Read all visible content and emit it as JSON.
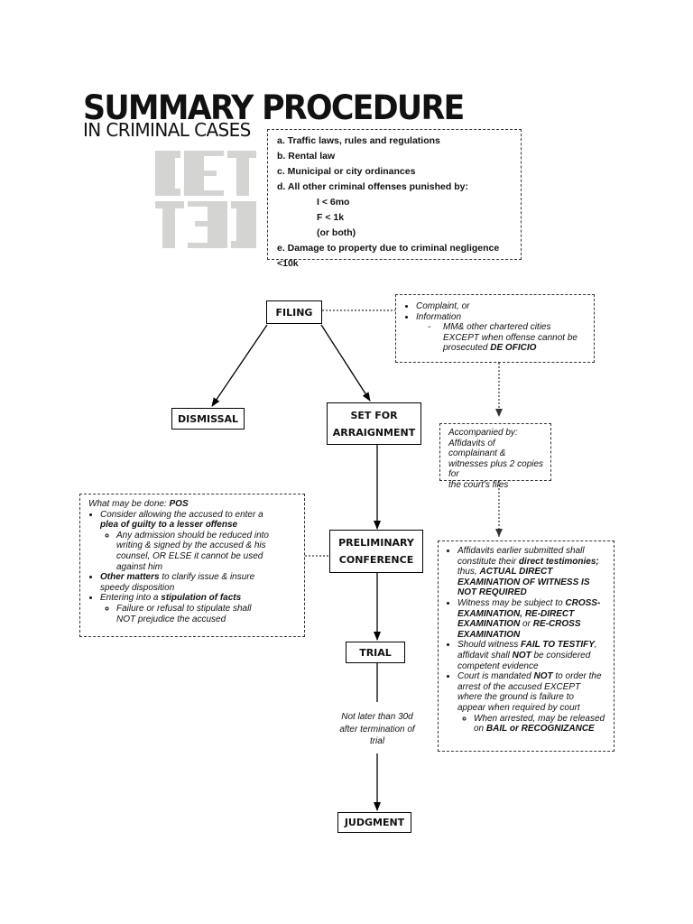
{
  "title": "SUMMARY PROCEDURE",
  "subtitle": "IN CRIMINAL CASES",
  "coverage": [
    "a. Traffic laws, rules and regulations",
    "b. Rental law",
    "c. Municipal or city ordinances",
    "d. All other criminal offenses punished by:",
    "I < 6mo",
    "F < 1k",
    "(or both)",
    "e. Damage to property due to criminal negligence <10k"
  ],
  "nodes": {
    "filing": "FILING",
    "dismissal": "DISMISSAL",
    "arraignment_1": "SET FOR",
    "arraignment_2": "ARRAIGNMENT",
    "preliminary_1": "PRELIMINARY",
    "preliminary_2": "CONFERENCE",
    "trial": "TRIAL",
    "judgment": "JUDGMENT"
  },
  "filing_note": {
    "item1": "Complaint, or",
    "item2": "Information",
    "sub_a": "MM& other chartered cities",
    "sub_b": "EXCEPT when offense cannot be",
    "sub_c_plain": "prosecuted ",
    "sub_c_bold": "DE OFICIO"
  },
  "accompanied_note": {
    "line1": "Accompanied by:",
    "line2": "Affidavits of complainant &",
    "line3": "witnesses plus 2 copies for",
    "line4": "the court's files"
  },
  "pos_note": {
    "heading_plain": "What may be done: ",
    "heading_bold": "POS",
    "b1_a": "Consider allowing the accused to enter a",
    "b1_b": "plea of guilty to a lesser offense",
    "b1_sub_a": "Any admission should be reduced into",
    "b1_sub_b": "writing & signed by the accused & his",
    "b1_sub_c": "counsel, OR ELSE it cannot be used",
    "b1_sub_d": "against him",
    "b2_bold": "Other matters",
    "b2_a": " to clarify issue & insure",
    "b2_b": "speedy disposition",
    "b3_plain": "Entering into a ",
    "b3_bold": "stipulation of facts",
    "b3_sub_a": "Failure or refusal to stipulate shall",
    "b3_sub_b": "NOT prejudice the accused"
  },
  "trial_note": {
    "b1_a": "Affidavits earlier submitted shall",
    "b1_b_plain": "constitute their ",
    "b1_b_bold": "direct testimonies;",
    "b1_c_plain": "thus, ",
    "b1_c_bold": "ACTUAL DIRECT",
    "b1_d": "EXAMINATION OF WITNESS IS",
    "b1_e": "NOT REQUIRED",
    "b2_plain": "Witness may be subject to ",
    "b2_bold_a": "CROSS-",
    "b2_bold_b": "EXAMINATION, RE-DIRECT",
    "b2_bold_c": "EXAMINATION",
    "b2_or": " or ",
    "b2_bold_d": "RE-CROSS",
    "b2_bold_e": "EXAMINATION",
    "b3_plain": "Should witness ",
    "b3_bold": "FAIL TO TESTIFY",
    "b3_comma": ",",
    "b3_b_plain": "affidavit shall ",
    "b3_b_bold": "NOT",
    "b3_b_rest": " be considered",
    "b3_c": "competent evidence",
    "b4_plain": "Court is mandated ",
    "b4_bold": "NOT",
    "b4_rest": " to order the",
    "b4_b": "arrest of the accused EXCEPT",
    "b4_c": "where the ground is failure to",
    "b4_d": "appear when required by court",
    "b4_sub_a": "When arrested, may be released",
    "b4_sub_b_plain": "on ",
    "b4_sub_b_bold": "BAIL or RECOGNIZANCE"
  },
  "timing_note": {
    "line1": "Not later than 30d",
    "line2": "after termination of",
    "line3": "trial"
  }
}
